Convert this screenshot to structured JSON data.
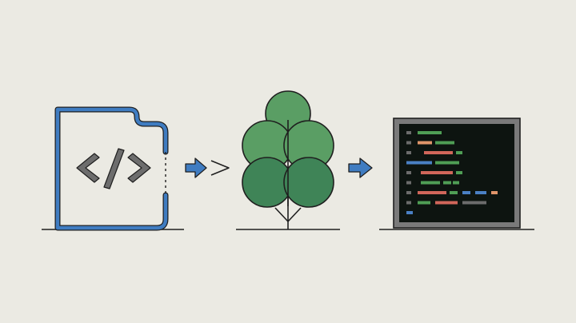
{
  "diagram": {
    "stages": [
      {
        "id": "source-file",
        "icon": "code-file-icon",
        "glyph": "</>"
      },
      {
        "id": "syntax-tree",
        "icon": "tree-icon"
      },
      {
        "id": "terminal-output",
        "icon": "code-screen-icon"
      }
    ],
    "connectors": [
      {
        "from": "source-file",
        "to": "syntax-tree",
        "icon": "arrow-right-icon",
        "extra": "chevron-right-icon"
      },
      {
        "from": "syntax-tree",
        "to": "terminal-output",
        "icon": "arrow-right-icon"
      }
    ]
  },
  "colors": {
    "background": "#ebeae3",
    "outline": "#1f1f1f",
    "file_blue": "#3f7cc1",
    "glyph_gray": "#6d6d6d",
    "tree_light": "#5a9e64",
    "tree_dark": "#3f8457",
    "screen_frame": "#7a7a7a",
    "screen_bg": "#0d1410",
    "code_green": "#4f9e55",
    "code_orange": "#e0956a",
    "code_red": "#d0665a",
    "code_blue": "#4a80c4",
    "code_gray": "#6c6c6c"
  }
}
